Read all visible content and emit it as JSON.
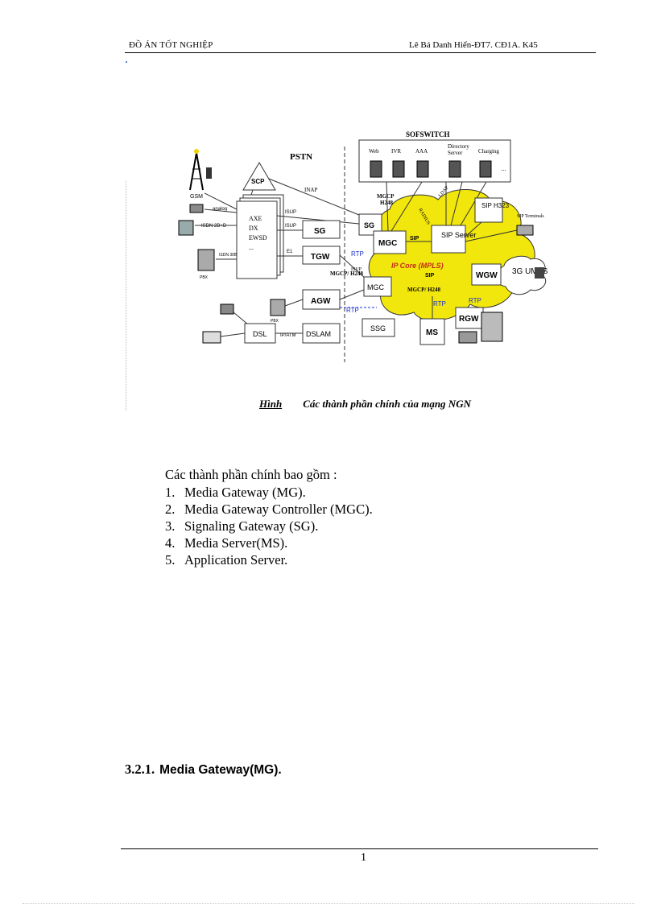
{
  "header": {
    "left": "ĐỒ ÁN TỐT NGHIỆP",
    "right": "Lê Bá Danh Hiển-ĐT7. CĐ1A. K45"
  },
  "figure": {
    "softswitch_title": "SOFSWITCH",
    "softswitch_servers": [
      "Web",
      "IVR",
      "AAA",
      "Directory Server",
      "Charging"
    ],
    "softswitch_more": "...",
    "pstn": "PSTN",
    "scp": "SCP",
    "inap": "INAP",
    "gsm": "GSM",
    "analog": "analog",
    "isdn_2bd": "ISDN 2B+D",
    "isdn_30bd": "ISDN 30B+D",
    "pbx": "PBX",
    "exchange_lines": [
      "AXE",
      "DX",
      "EWSD",
      "..."
    ],
    "isup": "ISUP",
    "e1": "E1",
    "sg": "SG",
    "tgw": "TGW",
    "agw": "AGW",
    "dsl": "DSL",
    "dslam": "DSLAM",
    "ip_atm": "IP/ATM",
    "mgc": "MGC",
    "mgcp_h248": "MGCP/ H248",
    "mgcp": "MGCP",
    "h248": "H248",
    "ldap": "LDAP",
    "radius": "RADIUS",
    "sip": "SIP",
    "sip_server": "SIP Server",
    "sip_h323": "SIP H323",
    "sip_terminals": "SIP Terminals",
    "ip_core": "IP Core (MPLS)",
    "rtp": "RTP",
    "wgw": "WGW",
    "umts": "3G UMTS",
    "ssg": "SSG",
    "ms": "MS",
    "rgw": "RGW",
    "caption_label": "Hình",
    "caption_text": "Các thành phần chính của mạng NGN"
  },
  "body": {
    "intro": "Các thành phần chính bao gồm :",
    "items": [
      {
        "num": "1.",
        "text": "Media Gateway (MG)."
      },
      {
        "num": "2.",
        "text": "Media Gateway Controller (MGC)."
      },
      {
        "num": "3.",
        "text": "Signaling Gateway (SG)."
      },
      {
        "num": "4.",
        "text": "Media Server(MS)."
      },
      {
        "num": "5.",
        "text": "Application Server."
      }
    ]
  },
  "section": {
    "number": "3.2.1.",
    "title": "Media Gateway(MG)."
  },
  "footer": {
    "page": "1"
  },
  "colors": {
    "ip_core_fill": "#f2e70d",
    "rtp_text": "#1a2fd0",
    "ip_core_text": "#c62b1a"
  }
}
